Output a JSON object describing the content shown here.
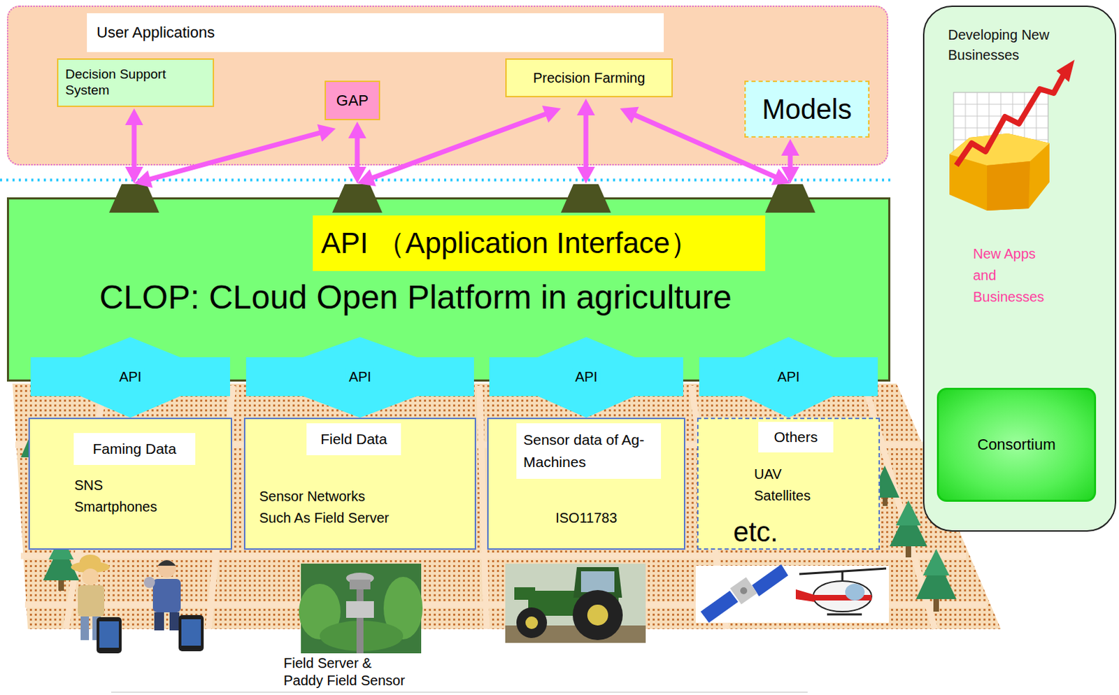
{
  "diagram": {
    "nodes": [
      {
        "text": [
          "User Applications"
        ]
      },
      {
        "text": [
          "Decision Support System"
        ],
        "in": 0
      },
      {
        "text": [
          "GAP"
        ],
        "in": 0
      },
      {
        "text": [
          "Precision Farming"
        ],
        "in": 0
      },
      {
        "text": [
          "Models"
        ],
        "in": 0
      },
      {
        "text": [
          "Developing New Businesses",
          "New Apps and Businesses"
        ]
      },
      {
        "text": [
          "Consortium"
        ],
        "in": 5
      },
      {
        "text": [
          "CLOP: CLoud Open Platform in agriculture"
        ]
      },
      {
        "text": [
          "API （Application Interface）"
        ],
        "in": 7
      },
      {
        "text": [
          "Faming Data",
          "SNS Smartphones"
        ]
      },
      {
        "text": [
          "Field Data",
          "Sensor Networks Such As Field Server"
        ]
      },
      {
        "text": [
          "Sensor data of Ag-Machines",
          "ISO11783"
        ]
      },
      {
        "text": [
          "Others",
          "UAV Satellites",
          "etc."
        ]
      }
    ],
    "edges": [
      {
        "from": 1,
        "to": 7,
        "arrow": "both"
      },
      {
        "from": 2,
        "to": 7,
        "arrow": "both"
      },
      {
        "from": 2,
        "to": 7,
        "arrow": "both"
      },
      {
        "from": 3,
        "to": 7,
        "arrow": "both"
      },
      {
        "from": 3,
        "to": 7,
        "arrow": "both"
      },
      {
        "from": 3,
        "to": 7,
        "arrow": "both"
      },
      {
        "from": 4,
        "to": 7,
        "arrow": "both"
      },
      {
        "from": 9,
        "to": 7,
        "label": "API",
        "arrow": "both"
      },
      {
        "from": 10,
        "to": 7,
        "label": "API",
        "arrow": "both"
      },
      {
        "from": 11,
        "to": 7,
        "label": "API",
        "arrow": "both"
      },
      {
        "from": 12,
        "to": 7,
        "label": "API",
        "arrow": "both"
      }
    ],
    "labels": [
      "Field Server & Paddy Field Sensor"
    ]
  }
}
